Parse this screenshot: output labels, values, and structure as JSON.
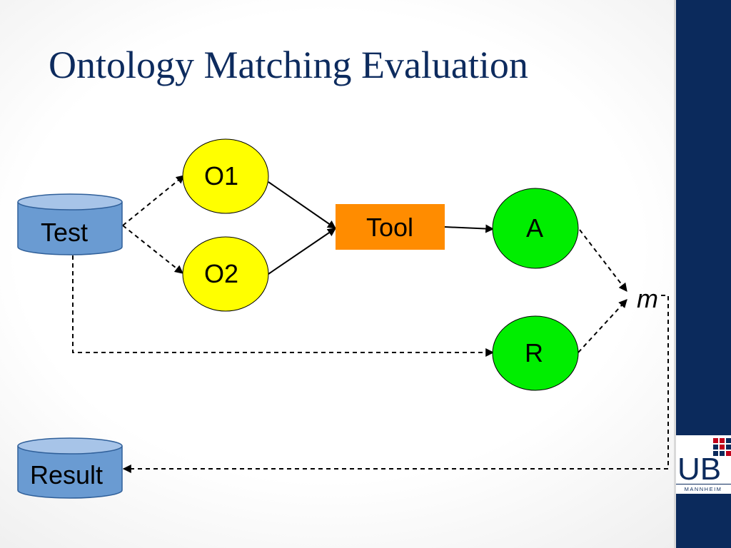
{
  "slide": {
    "title": "Ontology Matching Evaluation"
  },
  "nodes": {
    "test": "Test",
    "result": "Result",
    "o1": "O1",
    "o2": "O2",
    "tool": "Tool",
    "a": "A",
    "r": "R",
    "m": "m"
  },
  "logo": {
    "letters": "UB",
    "subtitle": "MANNHEIM"
  },
  "colors": {
    "title": "#0d2b5e",
    "sidebar": "#0b2a5c",
    "cylinder": "#6a9bd2",
    "ontology_node": "#ffff00",
    "tool": "#ff8c00",
    "alignment_node": "#00ee00"
  }
}
